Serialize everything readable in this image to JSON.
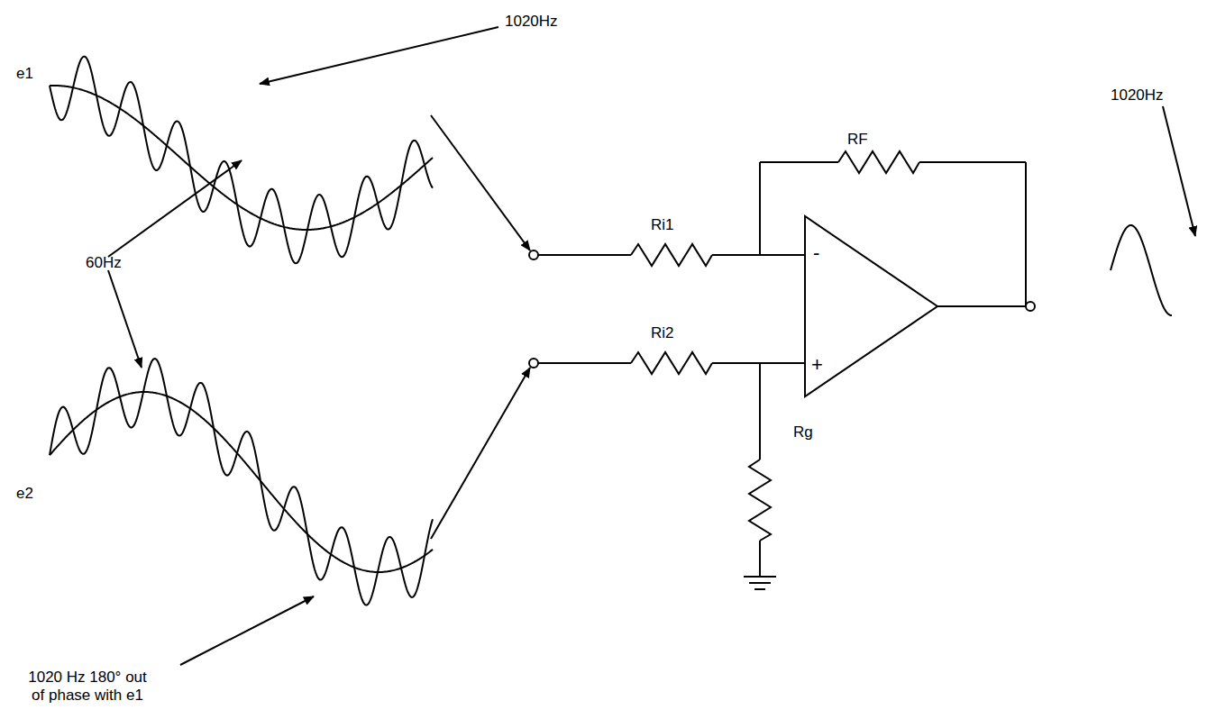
{
  "diagram": {
    "labels": [
      "1020Hz",
      "e1",
      "60Hz",
      "RF",
      "Ri1",
      "Ri2",
      "-",
      "+",
      "Rg",
      "1020Hz",
      "e2",
      "1020 Hz 180° out of phase with e1"
    ]
  }
}
